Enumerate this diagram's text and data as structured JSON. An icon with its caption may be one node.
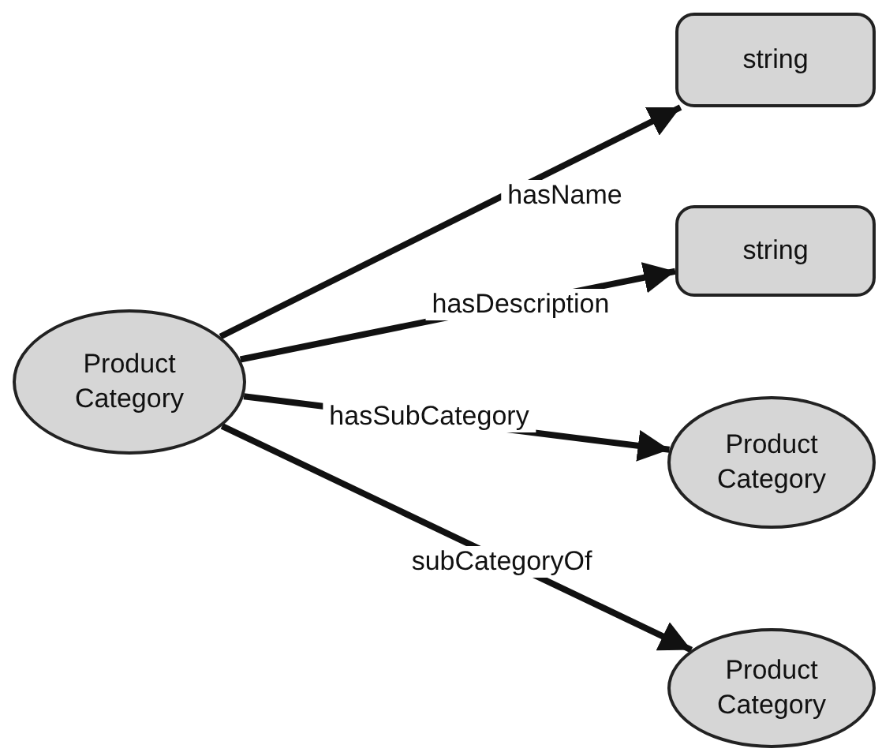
{
  "diagram": {
    "nodes": [
      {
        "text": [
          "Product Category"
        ]
      },
      {
        "text": [
          "string"
        ]
      },
      {
        "text": [
          "string"
        ]
      },
      {
        "text": [
          "Product Category"
        ]
      },
      {
        "text": [
          "Product Category"
        ]
      }
    ],
    "edges": [
      {
        "from": 0,
        "to": 1,
        "arrow": "to",
        "label": "hasName"
      },
      {
        "from": 0,
        "to": 2,
        "arrow": "to",
        "label": "hasDescription"
      },
      {
        "from": 0,
        "to": 3,
        "arrow": "to",
        "label": "hasSubCategory"
      },
      {
        "from": 0,
        "to": 4,
        "arrow": "to",
        "label": "subCategoryOf"
      }
    ]
  }
}
